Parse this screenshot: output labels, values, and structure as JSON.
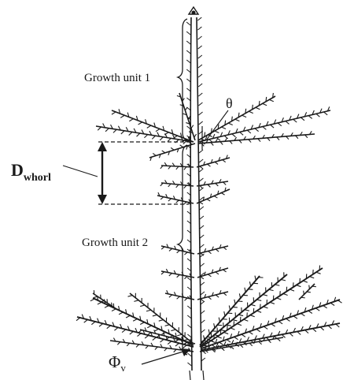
{
  "figure": {
    "labels": {
      "growth_unit_1": "Growth unit 1",
      "growth_unit_2": "Growth unit 2",
      "theta": "θ",
      "d_main": "D",
      "d_sub": "whorl",
      "phi_main": "Φ",
      "phi_sub": "v"
    }
  }
}
